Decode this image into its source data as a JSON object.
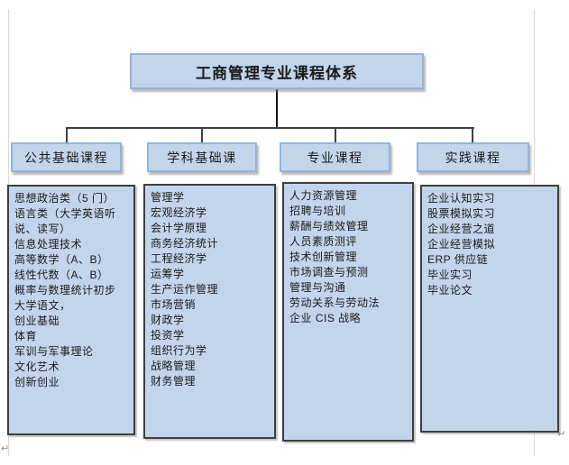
{
  "diagram": {
    "title": "工商管理专业课程体系",
    "categories": [
      {
        "label": "公共基础课程",
        "courses": [
          "思想政治类（5 门）",
          "语言类（大学英语听说、读写）",
          "信息处理技术",
          "高等数学（A、B）",
          "线性代数（A、B）",
          "概率与数理统计初步",
          "大学语文，",
          "创业基础",
          "体育",
          "军训与军事理论",
          "文化艺术",
          "创新创业"
        ]
      },
      {
        "label": "学科基础课",
        "courses": [
          "管理学",
          "宏观经济学",
          "会计学原理",
          "商务经济统计",
          "工程经济学",
          "运筹学",
          "生产运作管理",
          "市场营销",
          "财政学",
          "投资学",
          "组织行为学",
          "战略管理",
          "财务管理"
        ]
      },
      {
        "label": "专业课程",
        "courses": [
          "人力资源管理",
          "招聘与培训",
          "薪酬与绩效管理",
          "人员素质测评",
          "技术创新管理",
          "市场调查与预测",
          "管理与沟通",
          "劳动关系与劳动法",
          "企业 CIS 战略"
        ]
      },
      {
        "label": "实践课程",
        "courses": [
          "企业认知实习",
          "股票模拟实习",
          "企业经营之道",
          "企业经营模拟",
          "ERP 供应链",
          "毕业实习",
          "毕业论文"
        ]
      }
    ]
  },
  "marks": {
    "return_glyph": "↵"
  },
  "colors": {
    "shape_fill": "#c3d5eb",
    "shape_border_blue": "#95b3d7",
    "list_border_dark": "#3f3f3f",
    "connector_line": "#404040",
    "text_boundary": "#d9d9d9"
  }
}
